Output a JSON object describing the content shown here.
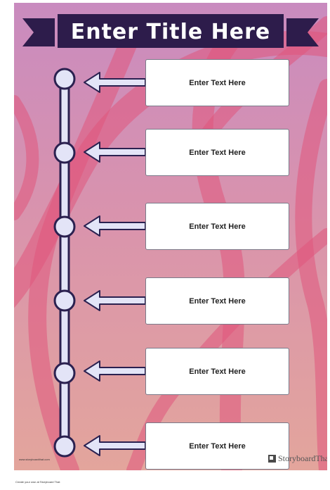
{
  "poster": {
    "title": "Enter Title Here",
    "entries": [
      {
        "text": "Enter Text Here"
      },
      {
        "text": "Enter Text Here"
      },
      {
        "text": "Enter Text Here"
      },
      {
        "text": "Enter Text Here"
      },
      {
        "text": "Enter Text Here"
      },
      {
        "text": "Enter Text Here"
      }
    ]
  },
  "footer": {
    "site_url": "www.storyboardthat.com",
    "brand_name": "StoryboardThat",
    "note": "Create your own at Storyboard That"
  },
  "colors": {
    "banner": "#2d1c4b",
    "timeline_fill": "#e3e4f7",
    "timeline_stroke": "#2b2150",
    "swirl": "#e0567c"
  }
}
